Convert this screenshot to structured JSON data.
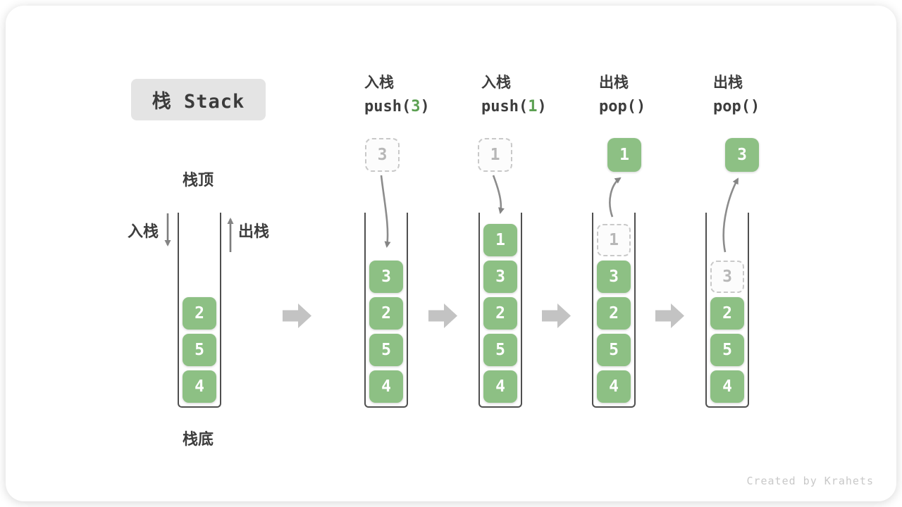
{
  "title": "栈 Stack",
  "watermark": "Created by Krahets",
  "labels": {
    "stack_top": "栈顶",
    "stack_bottom": "栈底",
    "push": "入栈",
    "pop": "出栈"
  },
  "operations": [
    {
      "name": "入栈",
      "code_before": "push(",
      "code_arg": "3",
      "code_after": ")"
    },
    {
      "name": "入栈",
      "code_before": "push(",
      "code_arg": "1",
      "code_after": ")"
    },
    {
      "name": "出栈",
      "code_before": "pop(",
      "code_arg": "",
      "code_after": ")"
    },
    {
      "name": "出栈",
      "code_before": "pop(",
      "code_arg": "",
      "code_after": ")"
    }
  ],
  "floating_boxes": [
    {
      "value": "3",
      "variant": "dashed"
    },
    {
      "value": "1",
      "variant": "dashed"
    },
    {
      "value": "1",
      "variant": "solid"
    },
    {
      "value": "3",
      "variant": "solid"
    }
  ],
  "stacks": [
    {
      "cells": [
        {
          "value": "2",
          "variant": "solid"
        },
        {
          "value": "5",
          "variant": "solid"
        },
        {
          "value": "4",
          "variant": "solid"
        }
      ]
    },
    {
      "cells": [
        {
          "value": "3",
          "variant": "solid"
        },
        {
          "value": "2",
          "variant": "solid"
        },
        {
          "value": "5",
          "variant": "solid"
        },
        {
          "value": "4",
          "variant": "solid"
        }
      ]
    },
    {
      "cells": [
        {
          "value": "1",
          "variant": "solid"
        },
        {
          "value": "3",
          "variant": "solid"
        },
        {
          "value": "2",
          "variant": "solid"
        },
        {
          "value": "5",
          "variant": "solid"
        },
        {
          "value": "4",
          "variant": "solid"
        }
      ]
    },
    {
      "cells": [
        {
          "value": "1",
          "variant": "dashed"
        },
        {
          "value": "3",
          "variant": "solid"
        },
        {
          "value": "2",
          "variant": "solid"
        },
        {
          "value": "5",
          "variant": "solid"
        },
        {
          "value": "4",
          "variant": "solid"
        }
      ]
    },
    {
      "cells": [
        {
          "value": "3",
          "variant": "dashed"
        },
        {
          "value": "2",
          "variant": "solid"
        },
        {
          "value": "5",
          "variant": "solid"
        },
        {
          "value": "4",
          "variant": "solid"
        }
      ]
    }
  ],
  "colors": {
    "green": "#8dc084",
    "code_green": "#5ca052",
    "label_dark": "#3d3d3d",
    "arrow_gray": "#848484",
    "block_arrow": "#c3c3c3",
    "dashed_border": "#c9c9c9",
    "dashed_text": "#b7b7b7",
    "wall": "#4f4f4f",
    "title_bg": "#e4e4e4",
    "watermark": "#c8c8c8"
  }
}
